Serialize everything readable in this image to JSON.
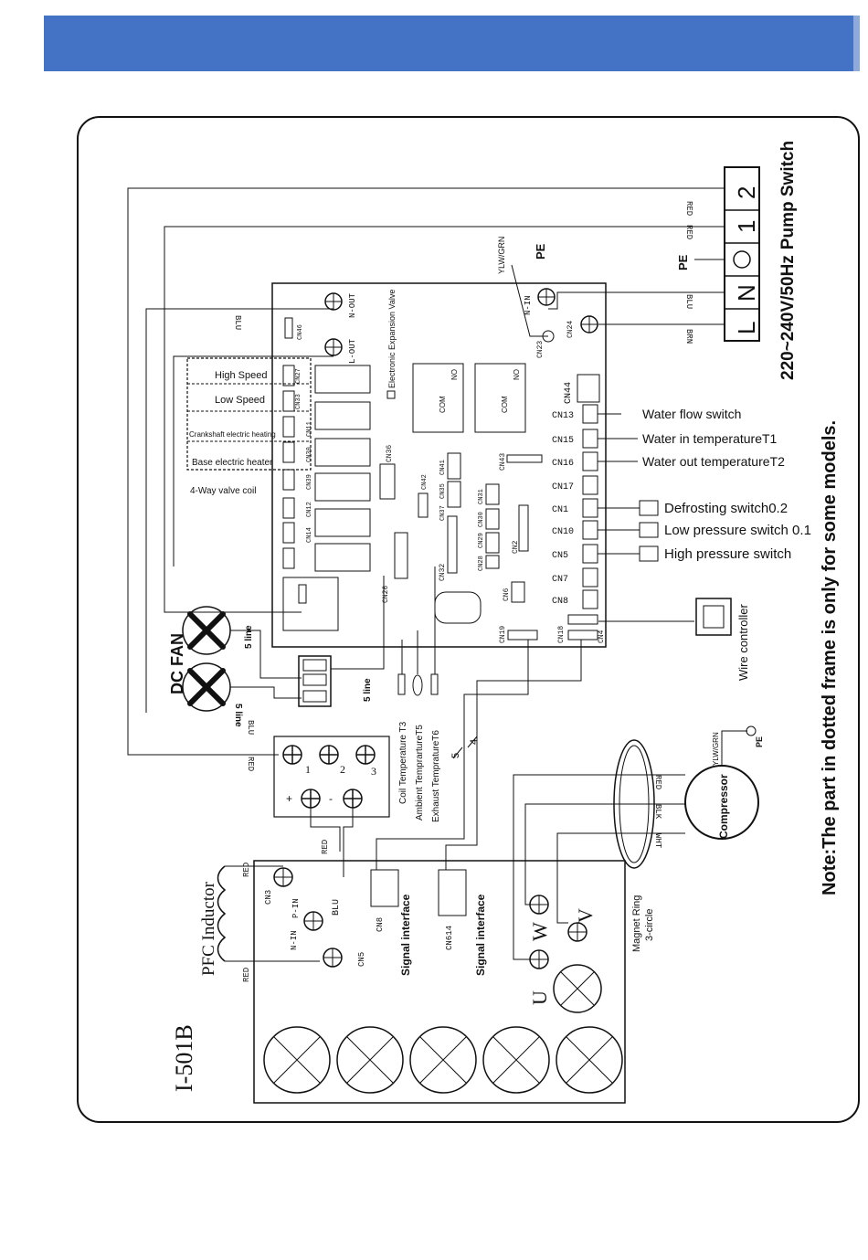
{
  "colors": {
    "header": "#4472c4",
    "header_edge": "#8eaadb",
    "ink": "#111111"
  },
  "model": "I-501B",
  "note": "Note:The part in dotted frame is only for some models.",
  "power": {
    "label": "220~240V/50Hz",
    "pump": "Pump Switch",
    "terminals": [
      "L",
      "N",
      "1",
      "2"
    ],
    "pe": "PE"
  },
  "wires": {
    "red": "RED",
    "blu": "BLU",
    "brn": "BRN",
    "ylw": "YLW/GRN",
    "blk": "BLK",
    "wht": "WHT"
  },
  "board": {
    "n_out": "N-OUT",
    "l_out": "L-OUT",
    "n_in": "N-IN",
    "exp_valve": "Electronic Expansion Valve",
    "relays": [
      {
        "label": "High Speed",
        "cn": "CN27"
      },
      {
        "label": "Low Speed",
        "cn": "CN33"
      },
      {
        "label": "Crankshaft electric heating",
        "cn": "CN11"
      },
      {
        "label": "Base electric heater",
        "cn": "CN30"
      },
      {
        "label": "4-Way valve coil",
        "cn": "CN39"
      }
    ],
    "sensors": [
      {
        "cn": "CN13",
        "label": "Water flow switch"
      },
      {
        "cn": "CN15",
        "label": "Water in temperatureT1"
      },
      {
        "cn": "CN16",
        "label": "Water out temperatureT2"
      },
      {
        "cn": "CN17",
        "label": ""
      },
      {
        "cn": "CN1",
        "label": "Defrosting switch0.2"
      },
      {
        "cn": "CN10",
        "label": "Low pressure switch 0.1"
      },
      {
        "cn": "CN5",
        "label": "High pressure switch"
      },
      {
        "cn": "CN7",
        "label": ""
      },
      {
        "cn": "CN8",
        "label": ""
      }
    ],
    "misc_cn": [
      "CN46",
      "CN24",
      "CN23",
      "CN44",
      "CN43",
      "CN42",
      "CN41",
      "CN36",
      "CN35",
      "CN37",
      "CN31",
      "CN30",
      "CN29",
      "CN28",
      "CN2",
      "CN6",
      "CN32",
      "CN26",
      "CN19",
      "CN18",
      "CN4",
      "CN12",
      "CN14"
    ],
    "com": "COM",
    "no": "NO"
  },
  "fan": {
    "title": "DC FAN",
    "line5": "5 line"
  },
  "temps": [
    "Coil Temperature T3",
    "Ambient TemprartureT5",
    "Exhaust TempratureT6"
  ],
  "wire_controller": "Wire controller",
  "driver": {
    "pfc": "PFC Inductor",
    "cn3": "CN3",
    "pin": "P-IN",
    "nin": "N-IN",
    "cn5": "CN5",
    "cn8": "CN8",
    "cn614": "CN614",
    "signal": "Signal interface",
    "u": "U",
    "v": "V",
    "w": "W",
    "magnet": "Magnet Ring",
    "magnet2": "3-circle",
    "compressor": "Compressor",
    "terms": [
      "1",
      "2",
      "3"
    ],
    "plus": "+",
    "minus": "-",
    "nums": [
      "5",
      "4"
    ]
  }
}
